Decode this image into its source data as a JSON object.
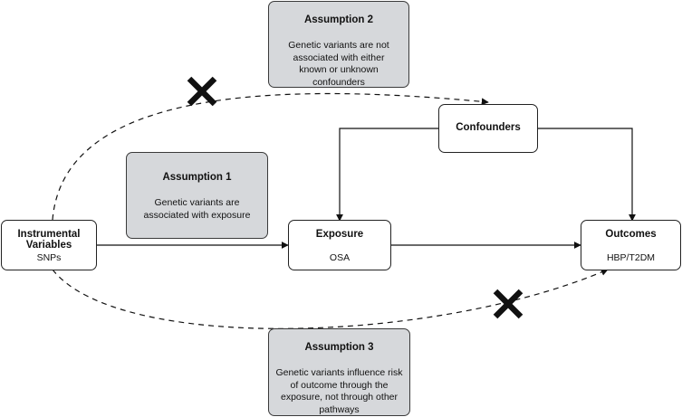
{
  "nodes": {
    "instrumental": {
      "title": "Instrumental Variables",
      "subtitle": "SNPs"
    },
    "exposure": {
      "title": "Exposure",
      "subtitle": "OSA"
    },
    "outcomes": {
      "title": "Outcomes",
      "subtitle": "HBP/T2DM"
    },
    "confounders": {
      "title": "Confounders"
    }
  },
  "assumptions": [
    {
      "title": "Assumption 1",
      "text": "Genetic variants are associated with exposure"
    },
    {
      "title": "Assumption 2",
      "text": "Genetic variants are not associated with either known or unknown confounders"
    },
    {
      "title": "Assumption 3",
      "text": "Genetic variants influence risk of outcome through the exposure, not through other pathways"
    }
  ],
  "colors": {
    "assumption_fill": "#d6d8db",
    "line": "#111111"
  }
}
